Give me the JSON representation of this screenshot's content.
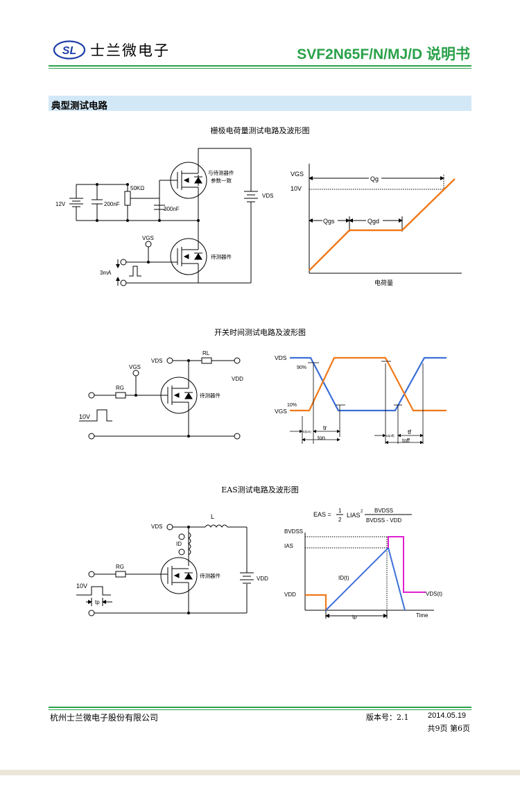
{
  "header": {
    "logo_text": "SL",
    "company": "士兰微电子",
    "doc_title": "SVF2N65F/N/MJ/D 说明书"
  },
  "section": {
    "title": "典型测试电路"
  },
  "figures": {
    "gate_charge": {
      "caption": "栅极电荷量测试电路及波形图",
      "labels": {
        "v12": "12V",
        "c200": "200nF",
        "r50k": "50KΩ",
        "c300": "300nF",
        "same_as_dut_1": "与待测器件",
        "same_as_dut_2": "参数一致",
        "vds": "VDS",
        "vgs": "VGS",
        "dut": "待测器件",
        "i3ma": "3mA"
      },
      "waveform": {
        "y_label_vgs": "VGS",
        "y_label_10v": "10V",
        "qg": "Qg",
        "qgs": "Qgs",
        "qgd": "Qgd",
        "x_label": "电荷量"
      }
    },
    "switching": {
      "caption": "开关时间测试电路及波形图",
      "labels": {
        "vds": "VDS",
        "rl": "RL",
        "vgs": "VGS",
        "rg": "RG",
        "vdd": "VDD",
        "dut": "待测器件",
        "v10": "10V"
      },
      "waveform": {
        "vds": "VDS",
        "p90": "90%",
        "p10": "10%",
        "vgs": "VGS",
        "td_on": "td(on)",
        "tr": "tr",
        "ton": "ton",
        "td_off": "td(off)",
        "tf": "tf",
        "toff": "toff"
      }
    },
    "eas": {
      "caption": "EAS测试电路及波形图",
      "labels": {
        "vds": "VDS",
        "l": "L",
        "id": "ID",
        "rg": "RG",
        "v10": "10V",
        "tp": "tp",
        "dut": "待测器件",
        "vdd": "VDD"
      },
      "formula": {
        "lhs": "EAS =",
        "num": "1",
        "den": "2",
        "mid": "LIAS",
        "sup": "2",
        "frac_num": "BVDSS",
        "frac_den": "BVDSS - VDD"
      },
      "waveform": {
        "bvdss": "BVDSS",
        "ias": "IAS",
        "idt": "ID(t)",
        "vdd": "VDD",
        "vdst": "VDS(t)",
        "tp": "tp",
        "time": "Time"
      }
    }
  },
  "colors": {
    "brand_green": "#2aa14a",
    "section_bar": "#d3e8f7",
    "wave_orange": "#f07818",
    "wave_blue": "#3a6fd8",
    "wave_magenta": "#e020d0",
    "logo_blue": "#1f3fa8"
  },
  "footer": {
    "company": "杭州士兰微电子股份有限公司",
    "version": "版本号：2.1",
    "date": "2014.05.19",
    "pages": "共9页  第6页"
  }
}
